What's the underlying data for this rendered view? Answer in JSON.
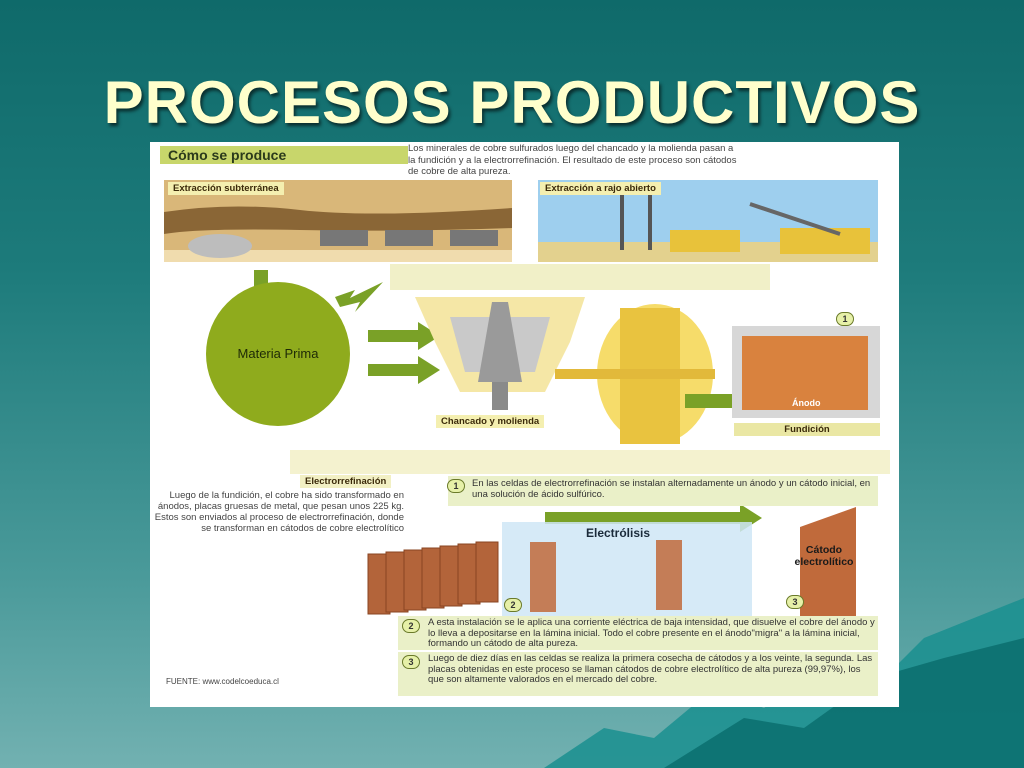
{
  "slide": {
    "title": "PROCESOS PRODUCTIVOS"
  },
  "infographic": {
    "header": "Cómo se produce",
    "intro": "Los minerales de cobre sulfurados luego del chancado y la molienda pasan a la fundición y a la electrorrefinación. El resultado de este proceso son cátodos de cobre de alta pureza.",
    "extraccion_subterranea": "Extracción subterránea",
    "extraccion_rajo": "Extracción a rajo abierto",
    "materia_prima": "Materia Prima",
    "chancado": "Chancado y molienda",
    "fundicion": "Fundición",
    "anodo": "Ánodo",
    "electrorrefinacion": "Electrorrefinación",
    "electro_text": "Luego de la fundición, el cobre ha sido transformado en ánodos, placas gruesas de metal, que pesan unos 225 kg. Estos son enviados al proceso de electrorrefinación, donde se transforman en cátodos de cobre electrolítico",
    "electrolisis": "Electrólisis",
    "catodo_line1": "Cátodo",
    "catodo_line2": "electrolítico",
    "step1_text": "En las celdas de electrorrefinación se instalan alternadamente un ánodo y un cátodo inicial, en una solución de ácido sulfúrico.",
    "step2_text": "A esta instalación se le aplica una corriente eléctrica de baja intensidad, que disuelve el cobre del ánodo y lo lleva a depositarse en la lámina inicial. Todo el cobre presente en el ánodo\"migra\" a la lámina inicial, formando un cátodo de alta pureza.",
    "step3_text": "Luego de diez días en las celdas se realiza la primera cosecha de cátodos y a los veinte, la segunda. Las placas obtenidas en este proceso se llaman cátodos de cobre electrolítico de alta pureza (99,97%), los que son altamente valorados en el mercado del cobre.",
    "fuente": "FUENTE: www.codelcoeduca.cl",
    "numbers": [
      "1",
      "2",
      "3"
    ]
  },
  "colors": {
    "accent_green": "#6e9a1e",
    "copper": "#c0693a",
    "title": "#ffffcc"
  }
}
